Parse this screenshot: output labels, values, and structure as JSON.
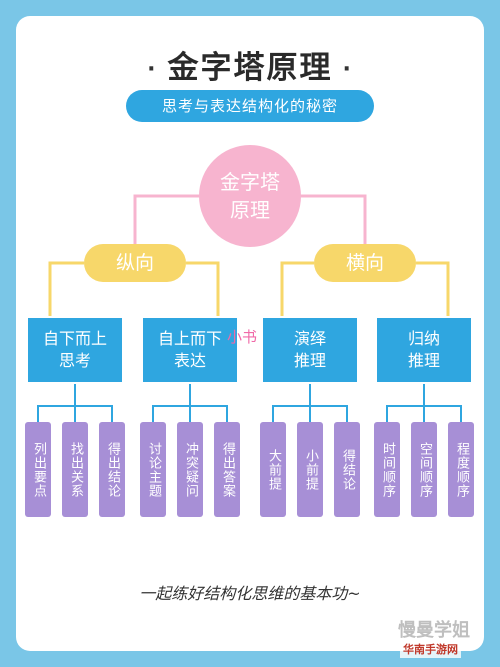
{
  "title": "金字塔原理",
  "title_dot": "·",
  "subtitle": "思考与表达结构化的秘密",
  "root": "金字塔\n原理",
  "branches": [
    {
      "label": "纵向",
      "groups": [
        {
          "label": "自下而上\n思考",
          "items": [
            "列出要点",
            "找出关系",
            "得出结论"
          ]
        },
        {
          "label": "自上而下\n表达",
          "items": [
            "讨论主题",
            "冲突疑问",
            "得出答案"
          ]
        }
      ]
    },
    {
      "label": "横向",
      "groups": [
        {
          "label": "演绎\n推理",
          "items": [
            "大前提",
            "小前提",
            "得结论"
          ]
        },
        {
          "label": "归纳\n推理",
          "items": [
            "时间顺序",
            "空间顺序",
            "程度顺序"
          ]
        }
      ]
    }
  ],
  "footer": "一起练好结构化思维的基本功~",
  "watermark_small": "小书",
  "watermark_brand": "慢曼学姐",
  "watermark_site": "华南手游网",
  "colors": {
    "background": "#7ac6e7",
    "subtitle": "#2fa6e0",
    "root": "#f7b4cf",
    "pill": "#f7d76a",
    "box": "#2fa6e0",
    "leaf": "#a78fd6"
  }
}
